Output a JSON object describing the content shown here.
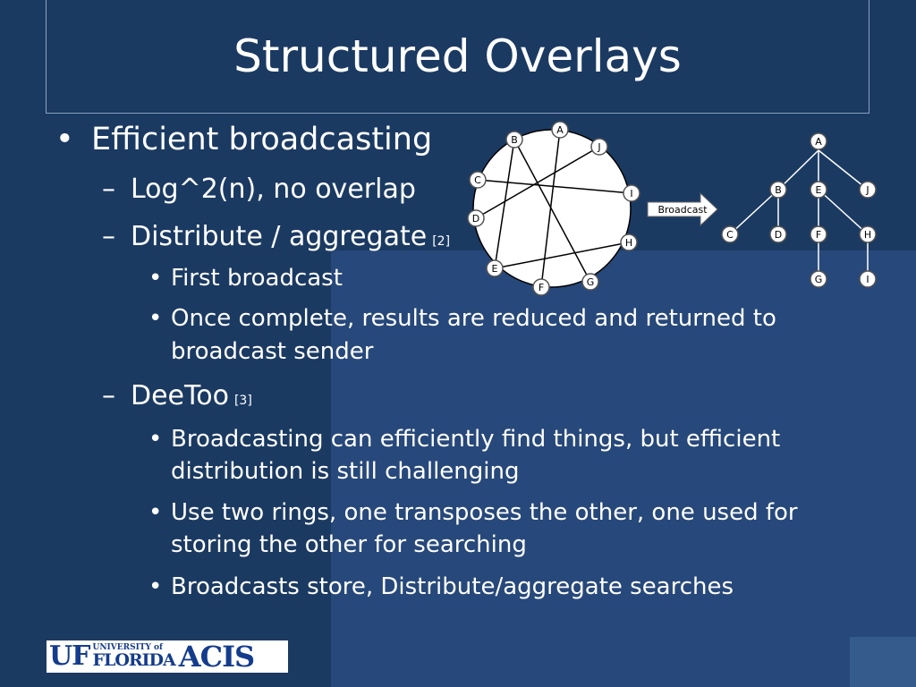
{
  "slide": {
    "title": "Structured Overlays"
  },
  "bullets": [
    {
      "level": 1,
      "marker": "•",
      "text": "Efficient broadcasting"
    },
    {
      "level": 2,
      "marker": "–",
      "text": "Log^2(n), no overlap"
    },
    {
      "level": 2,
      "marker": "–",
      "text": "Distribute / aggregate",
      "ref": "[2]"
    },
    {
      "level": 3,
      "marker": "•",
      "text": "First broadcast"
    },
    {
      "level": 3,
      "marker": "•",
      "text": "Once complete, results are reduced and returned to",
      "cont": "broadcast sender"
    },
    {
      "level": 2,
      "marker": "–",
      "text": "DeeToo",
      "ref": "[3]"
    },
    {
      "level": 3,
      "marker": "•",
      "text": "Broadcasting can efficiently find things, but efficient",
      "cont": "distribution is still challenging"
    },
    {
      "level": 3,
      "marker": "•",
      "text": "Use two rings, one transposes the other, one used for",
      "cont": "storing the other for searching"
    },
    {
      "level": 3,
      "marker": "•",
      "text": "Broadcasts store, Distribute/aggregate searches"
    }
  ],
  "diagram": {
    "ring_nodes": [
      "A",
      "B",
      "J",
      "C",
      "I",
      "D",
      "H",
      "E",
      "G",
      "F"
    ],
    "arrow_label": "Broadcast",
    "tree_nodes": [
      "A",
      "B",
      "E",
      "J",
      "C",
      "D",
      "F",
      "H",
      "G",
      "I"
    ],
    "colors": {
      "node_fill": "#ffffff",
      "node_stroke": "#555555",
      "line": "#000000",
      "ring_fill": "#ffffff"
    }
  },
  "logo": {
    "uf": "UF",
    "university_of": "UNIVERSITY of",
    "florida": "FLORIDA",
    "acis": "ACIS"
  }
}
